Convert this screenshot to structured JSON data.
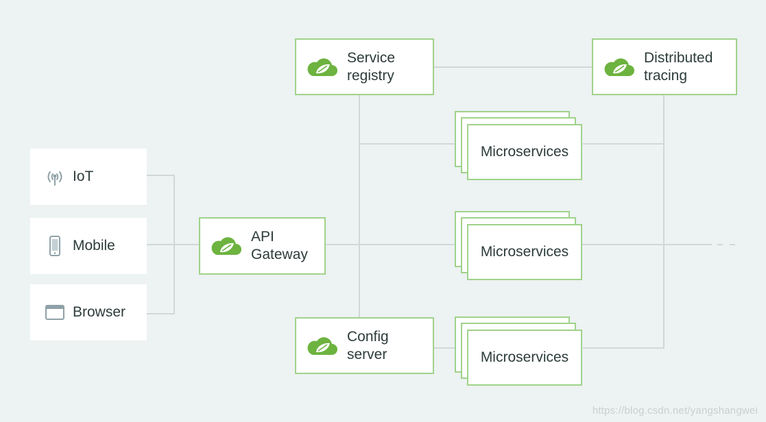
{
  "clients": [
    {
      "label": "IoT",
      "icon": "antenna-icon"
    },
    {
      "label": "Mobile",
      "icon": "mobile-phone-icon"
    },
    {
      "label": "Browser",
      "icon": "browser-window-icon"
    }
  ],
  "nodes": {
    "gateway": {
      "line1": "API",
      "line2": "Gateway"
    },
    "registry": {
      "line1": "Service",
      "line2": "registry"
    },
    "tracing": {
      "line1": "Distributed",
      "line2": "tracing"
    },
    "config": {
      "line1": "Config",
      "line2": "server"
    }
  },
  "microservices": [
    "Microservices",
    "Microservices",
    "Microservices"
  ],
  "watermark": "https://blog.csdn.net/yangshangwei",
  "colors": {
    "background": "#edf2f2",
    "box_border": "#9fd28a",
    "spring_green": "#6db33f",
    "connector": "#cfd8d8",
    "text": "#2d3b3b"
  }
}
